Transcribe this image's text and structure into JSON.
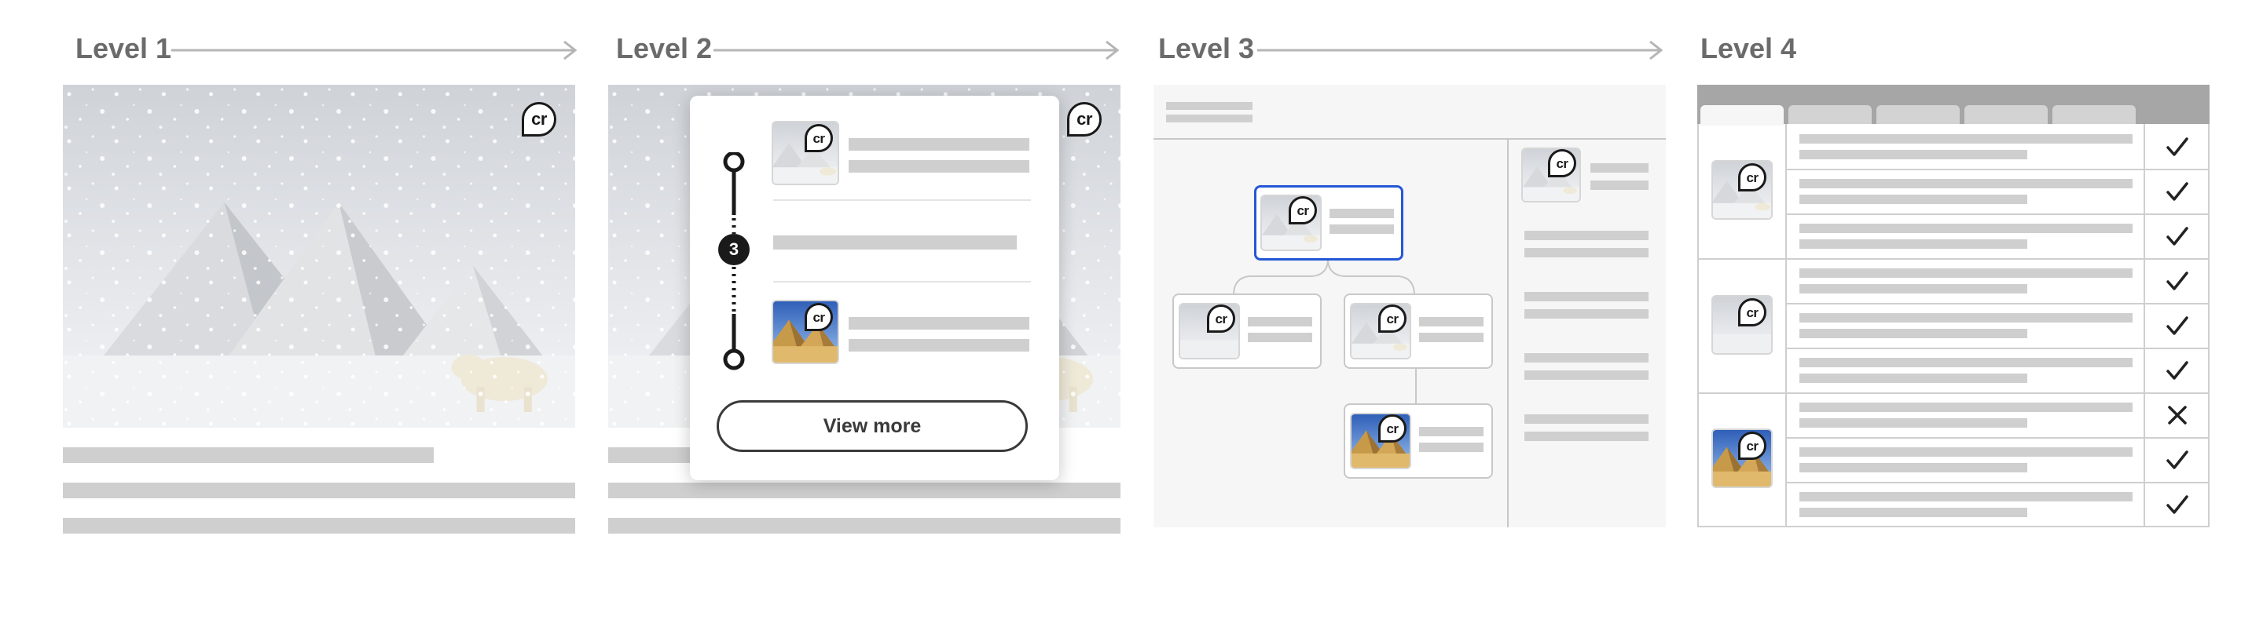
{
  "levels": [
    {
      "title": "Level 1"
    },
    {
      "title": "Level 2"
    },
    {
      "title": "Level 3"
    },
    {
      "title": "Level 4"
    }
  ],
  "popup": {
    "step_badge": "3",
    "view_more_label": "View more"
  },
  "cr_badge_label": "cr",
  "table_rows": [
    {
      "status": "check"
    },
    {
      "status": "check"
    },
    {
      "status": "check"
    },
    {
      "status": "check"
    },
    {
      "status": "check"
    },
    {
      "status": "check"
    },
    {
      "status": "cross"
    },
    {
      "status": "check"
    },
    {
      "status": "check"
    }
  ],
  "colors": {
    "text_gray": "#6b6b6b",
    "placeholder_bar": "#cfcfcf",
    "selected_border": "#2457d6",
    "dark": "#1a1a1a"
  },
  "icons": [
    "arrow-right-icon",
    "content-credentials-icon",
    "check-icon",
    "cross-icon"
  ]
}
